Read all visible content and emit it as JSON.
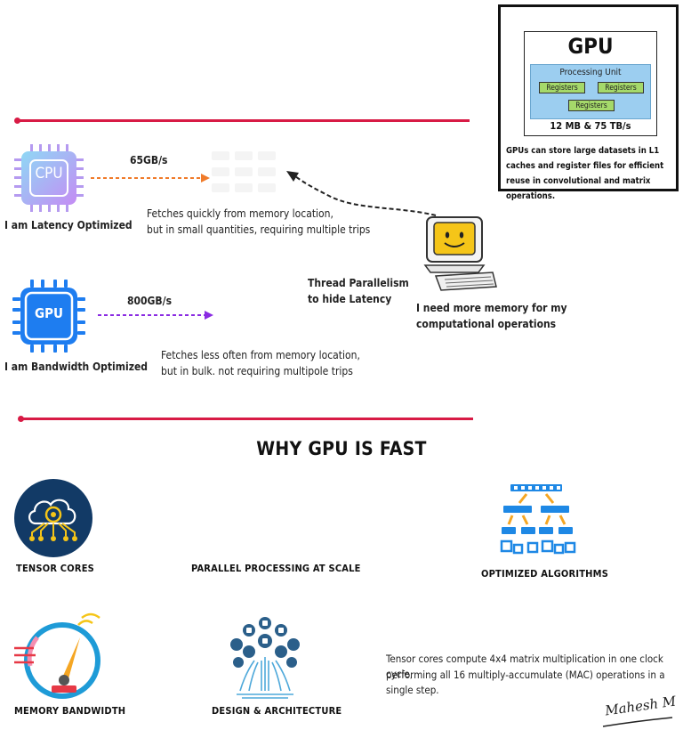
{
  "gpu_card": {
    "title": "GPU",
    "processing_unit": "Processing Unit",
    "registers": [
      "Registers",
      "Registers",
      "Registers"
    ],
    "spec": "12 MB & 75 TB/s",
    "description": "GPUs can store large datasets in L1 caches and register files for efficient reuse in convolutional and matrix operations."
  },
  "cpu_section": {
    "chip_label": "CPU",
    "caption": "I am Latency Optimized",
    "speed": "65GB/s",
    "fetch_line1": "Fetches quickly from memory location,",
    "fetch_line2": "but in small quantities, requiring multiple trips"
  },
  "gpu_section": {
    "chip_label": "GPU",
    "caption": "I am Bandwidth Optimized",
    "speed": "800GB/s",
    "fetch_line1": "Fetches less often from memory location,",
    "fetch_line2": "but in bulk. not requiring multipole trips"
  },
  "thread": {
    "line1": "Thread Parallelism",
    "line2": "to hide Latency"
  },
  "computer": {
    "line1": "I need more memory for my",
    "line2": "computational operations"
  },
  "heading": "WHY GPU IS FAST",
  "features": {
    "tensor_cores": "TENSOR CORES",
    "parallel": "PARALLEL PROCESSING AT SCALE",
    "algorithms": "OPTIMIZED ALGORITHMS",
    "bandwidth": "MEMORY BANDWIDTH",
    "design": "DESIGN & ARCHITECTURE"
  },
  "tensor_note": {
    "line1": "Tensor cores compute 4x4 matrix multiplication in one clock cycle,",
    "line2": "performing all 16 multiply-accumulate (MAC) operations in a single step."
  },
  "signature": "Mahesh M",
  "colors": {
    "accent_red": "#d81b45",
    "cpu_purple": "#a97bf0",
    "gpu_blue": "#1e7df0",
    "dash_orange": "#f07b2a",
    "dash_purple": "#8a2be2"
  }
}
